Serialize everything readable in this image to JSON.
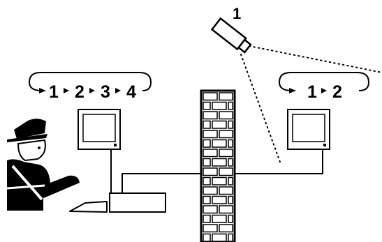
{
  "camera": {
    "number": "1"
  },
  "left_loop": {
    "steps": [
      "1",
      "2",
      "3",
      "4"
    ]
  },
  "right_loop": {
    "steps": [
      "1",
      "2"
    ]
  },
  "colors": {
    "ink": "#000000",
    "paper": "#ffffff"
  },
  "icons": [
    "surveillance-camera-icon",
    "monitor-icon",
    "security-guard-icon",
    "keyboard-icon",
    "controller-box-icon",
    "brick-wall-icon"
  ]
}
